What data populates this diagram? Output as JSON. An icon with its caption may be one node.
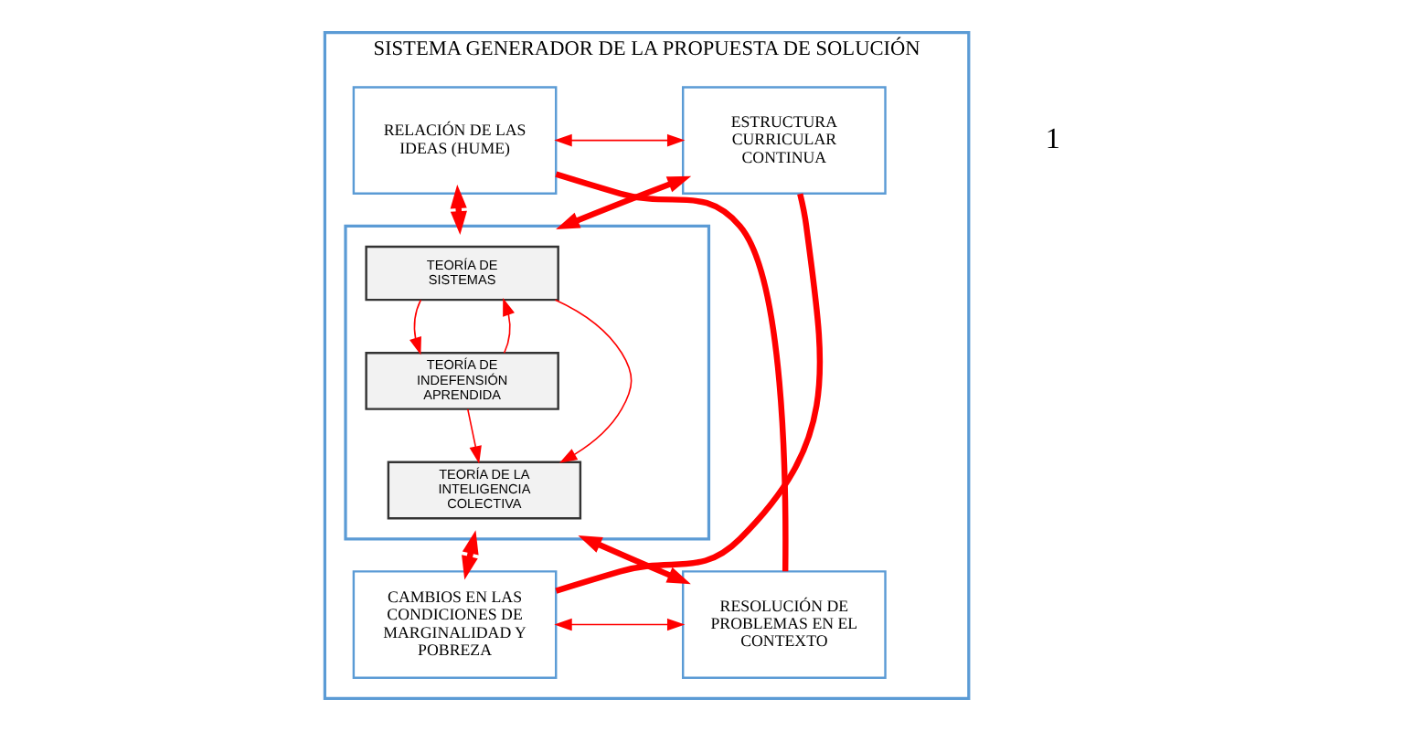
{
  "diagram": {
    "nodes": [
      {
        "text": [
          "SISTEMA GENERADOR DE LA PROPUESTA DE SOLUCIÓN"
        ]
      },
      {
        "text": [
          "ESTRUCTURA CURRICULAR CONTINUA"
        ],
        "in": 0
      },
      {
        "text": [
          "RELACIÓN DE LAS IDEAS (HUME)"
        ],
        "in": 0
      },
      {
        "text": [],
        "shape": "box",
        "in": 0
      },
      {
        "text": [
          "TEORÍA DE SISTEMAS"
        ],
        "in": 3
      },
      {
        "text": [
          "TEORÍA DE INDEFENSIÓN APRENDIDA"
        ],
        "in": 3
      },
      {
        "text": [
          "TEORÍA DE LA INTELIGENCIA COLECTIVA"
        ],
        "in": 3
      },
      {
        "text": [
          "CAMBIOS EN LAS CONDICIONES DE MARGINALIDAD Y POBREZA"
        ],
        "in": 0
      },
      {
        "text": [
          "RESOLUCIÓN DE PROBLEMAS EN EL CONTEXTO"
        ],
        "in": 0
      }
    ],
    "edges": [
      {
        "from": 1,
        "to": 2,
        "arrow": "both"
      },
      {
        "from": 1,
        "to": 3,
        "arrow": "both",
        "style": "thick"
      },
      {
        "from": 2,
        "to": 3,
        "arrow": "both",
        "style": "thick"
      },
      {
        "from": 4,
        "to": 5,
        "arrow": "to"
      },
      {
        "from": 4,
        "to": 6,
        "arrow": "to"
      },
      {
        "from": 5,
        "to": 4,
        "arrow": "to"
      },
      {
        "from": 5,
        "to": 6,
        "arrow": "to"
      },
      {
        "from": 1,
        "to": 7,
        "arrow": "none",
        "style": "thick"
      },
      {
        "from": 2,
        "to": 8,
        "arrow": "none",
        "style": "thick"
      },
      {
        "from": 3,
        "to": 7,
        "arrow": "both",
        "style": "thick"
      },
      {
        "from": 3,
        "to": 8,
        "arrow": "both",
        "style": "thick"
      },
      {
        "from": 7,
        "to": 8,
        "arrow": "both"
      }
    ],
    "labels": [
      "1"
    ]
  }
}
